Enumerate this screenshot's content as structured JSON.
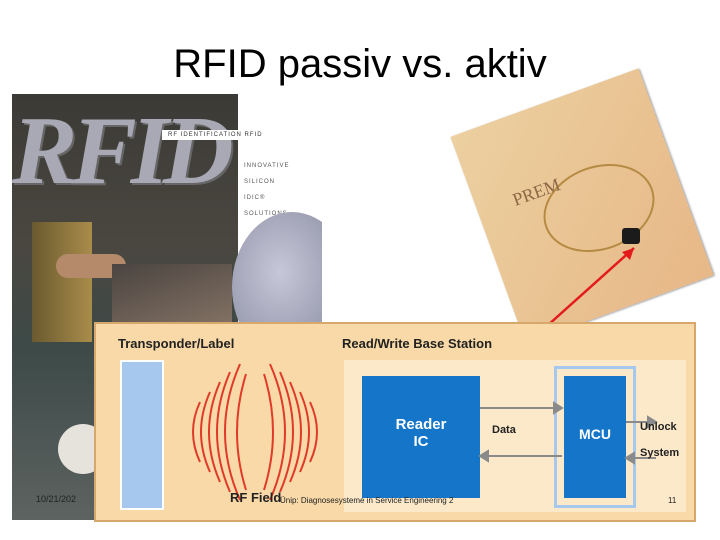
{
  "slide": {
    "title": "RFID passiv vs. aktiv",
    "footer_date": "10/21/202",
    "footer_center": "Ünip: Diagnosesysteme in Service Engineering 2",
    "footer_rf_label": "RF Field",
    "page_number": "11"
  },
  "brochure": {
    "logo_text": "RFID",
    "bar_text": "RF IDENTIFICATION   RFID",
    "list_items": [
      "INNOVATIVE  SILICON",
      "IDIC®",
      "SOLUTIONS"
    ]
  },
  "card": {
    "brand_text": "PREM"
  },
  "diagram": {
    "transponder_label": "Transponder/Label",
    "base_station_label": "Read/Write Base Station",
    "reader_line1": "Reader",
    "reader_line2": "IC",
    "data_label": "Data",
    "mcu_label": "MCU",
    "unlock_line1": "Unlock",
    "unlock_line2": "System"
  },
  "colors": {
    "diagram_bg": "#f8d9a7",
    "block_blue": "#1576c9",
    "transponder_blue": "#a6c7ee",
    "rf_wave_red": "#e03a2a",
    "arrow_red": "#e31b1b"
  }
}
